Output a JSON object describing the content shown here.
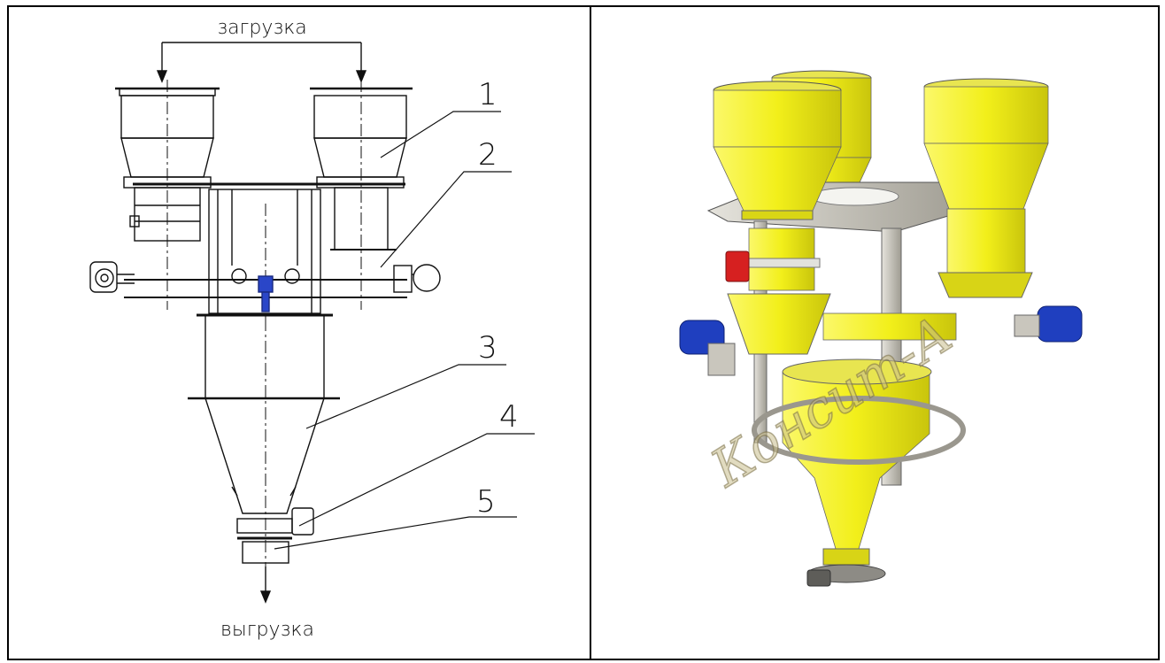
{
  "left_panel": {
    "top_label": "загрузка",
    "bottom_label": "выгрузка",
    "callouts": [
      "1",
      "2",
      "3",
      "4",
      "5"
    ]
  },
  "right_panel": {
    "watermark": "Консит-А"
  },
  "colors": {
    "hopper_yellow": "#f2ef1a",
    "motor_blue": "#1f3fbf",
    "valve_red": "#d62020",
    "frame_grey": "#b9b6ad"
  }
}
